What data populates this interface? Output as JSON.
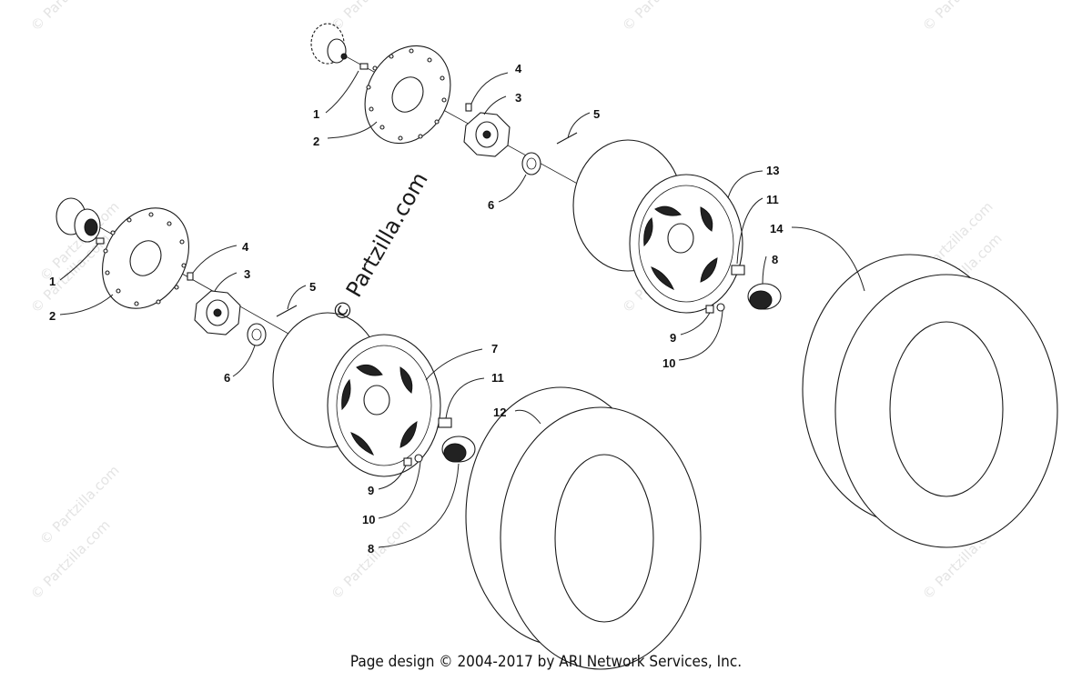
{
  "watermark": {
    "small_text": "© Partzilla.com",
    "large_text": "© Partzilla.com"
  },
  "footer": {
    "text": "Page design © 2004-2017 by ARI Network Services, Inc."
  },
  "callouts": {
    "upper": [
      "1",
      "2",
      "3",
      "4",
      "5",
      "6",
      "13",
      "11",
      "8",
      "9",
      "10",
      "14"
    ],
    "lower": [
      "1",
      "2",
      "3",
      "4",
      "5",
      "6",
      "7",
      "11",
      "9",
      "10",
      "8",
      "12"
    ]
  }
}
